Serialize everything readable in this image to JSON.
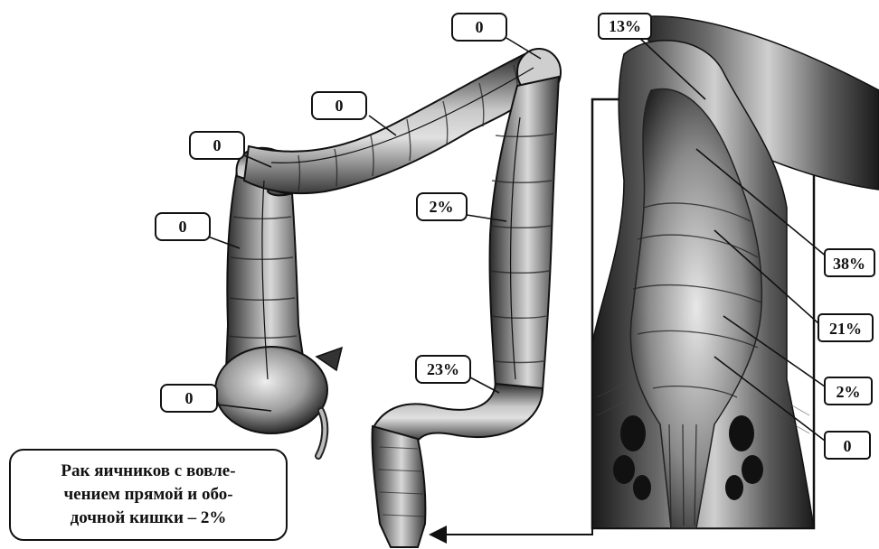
{
  "colon_labels": {
    "cecum": "0",
    "ascending_colon": "0",
    "hepatic_flexure": "0",
    "transverse_colon": "0",
    "splenic_flexure": "0",
    "descending_colon": "2%",
    "sigmoid_colon": "23%"
  },
  "rectum_labels": {
    "rectosigmoid": "13%",
    "upper_rectum": "38%",
    "middle_rectum": "21%",
    "lower_rectum": "2%",
    "anal_canal": "0"
  },
  "note": {
    "line1": "Рак яичников с вовле-",
    "line2": "чением прямой и обо-",
    "line3": "дочной кишки – 2%"
  }
}
